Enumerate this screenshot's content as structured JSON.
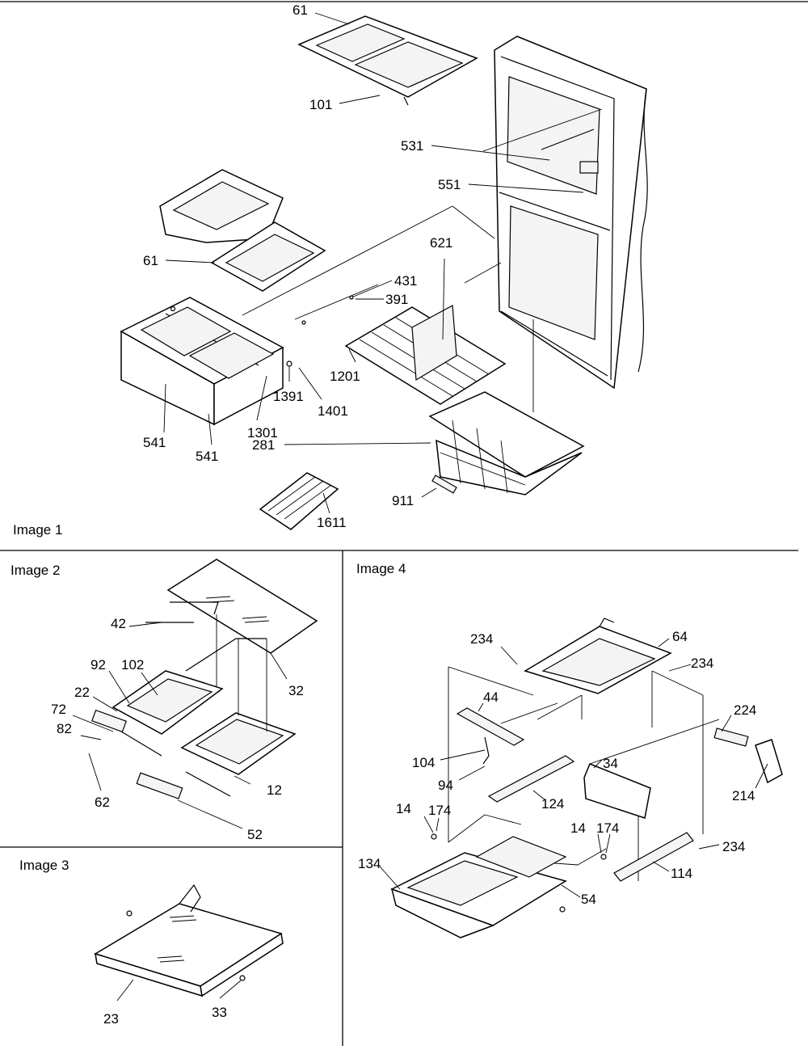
{
  "panels": [
    {
      "title": "Image 1"
    },
    {
      "title": "Image 2"
    },
    {
      "title": "Image 3"
    },
    {
      "title": "Image 4"
    }
  ],
  "callouts": [
    "61",
    "101",
    "531",
    "551",
    "61",
    "621",
    "431",
    "391",
    "1201",
    "1391",
    "1401",
    "1301",
    "541",
    "541",
    "281",
    "911",
    "1611",
    "42",
    "92",
    "102",
    "22",
    "72",
    "82",
    "32",
    "12",
    "62",
    "52",
    "23",
    "33",
    "234",
    "64",
    "234",
    "44",
    "104",
    "94",
    "34",
    "124",
    "224",
    "214",
    "14",
    "174",
    "14",
    "174",
    "234",
    "134",
    "54",
    "114"
  ],
  "colors": {
    "line": "#000000",
    "background": "#ffffff"
  }
}
